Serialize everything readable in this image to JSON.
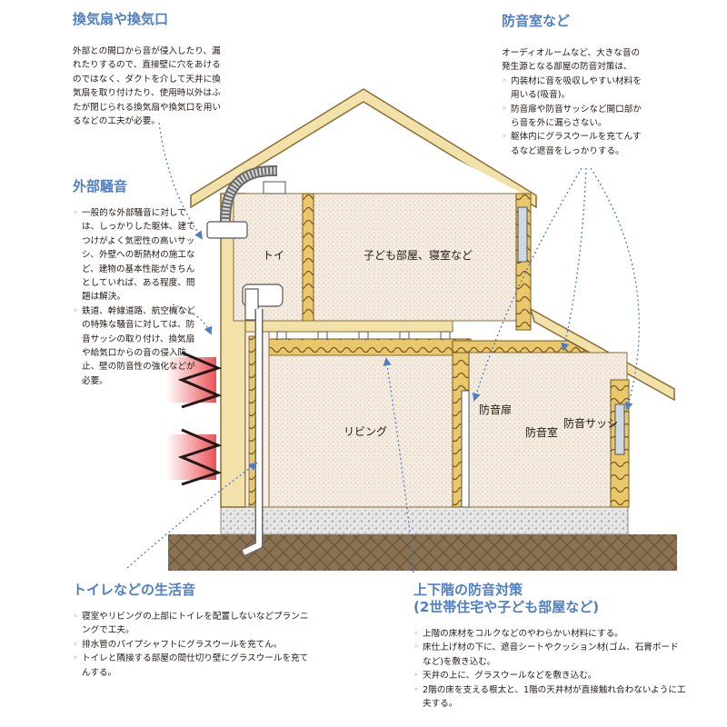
{
  "annotations": {
    "vent": {
      "title": "換気扇や換気口",
      "body": "外部との開口から音が侵入したり、漏れたりするので、直接壁に穴をあけるのではなく、ダクトを介して天井に換気扇を取り付けたり、使用時以外はふたが閉じられる換気扇や換気口を用いるなどの工夫が必要。"
    },
    "soundproof_room": {
      "title": "防音室など",
      "intro": "オーディオルームなど、大きな音の発生源となる部屋の防音対策は、",
      "items": [
        "内装材に音を吸収しやすい材料を用いる(吸音)。",
        "防音扉や防音サッシなど開口部から音を外に漏らさない。",
        "躯体内にグラスウールを充てんするなど遮音をしっかりする。"
      ]
    },
    "outdoor_noise": {
      "title": "外部騒音",
      "items": [
        "一般的な外部騒音に対しては、しっかりした躯体、建てつけがよく気密性の高いサッシ、外壁への断熱材の施工など、建物の基本性能がきちんとしていれば、ある程度、問題は解決。",
        "鉄道、幹線道路、航空機などの特殊な騒音に対しては、防音サッシの取り付け、換気扇や給気口からの音の侵入防止、壁の防音性の強化などが必要。"
      ]
    },
    "toilet": {
      "title": "トイレなどの生活音",
      "items": [
        "寝室やリビングの上部にトイレを配置しないなどプランニングで工夫。",
        "排水管のパイプシャフトにグラスウールを充てん。",
        "トイレと隣接する部屋の間仕切り壁にグラスウールを充てんする。"
      ]
    },
    "floor": {
      "title": "上下階の防音対策",
      "subtitle": "(2世帯住宅や子ども部屋など)",
      "items": [
        "上階の床材をコルクなどのやわらかい材料にする。",
        "床仕上げ材の下に、遮音シートやクッション材(ゴム、石膏ボードなど)を敷き込む。",
        "天井の上に、グラスウールなどを敷き込む。",
        "2階の床を支える根太と、1階の天井材が直接触れ合わないように工夫する。"
      ]
    }
  },
  "rooms": {
    "toilet": "トイ",
    "kids_room": "子ども部屋、寝室など",
    "living": "リビング",
    "soundproof_door": "防音扉",
    "soundproof_room": "防音室",
    "soundproof_sash": "防音サッシ"
  },
  "colors": {
    "accent": "#4f7fc2",
    "wall_fill": "#f2e2aa",
    "wall_stroke": "#8a6d3b",
    "room_fill": "#f9eee5",
    "ground": "#8a7152",
    "foundation": "#e6e6e6",
    "noise": "#e8343b"
  }
}
